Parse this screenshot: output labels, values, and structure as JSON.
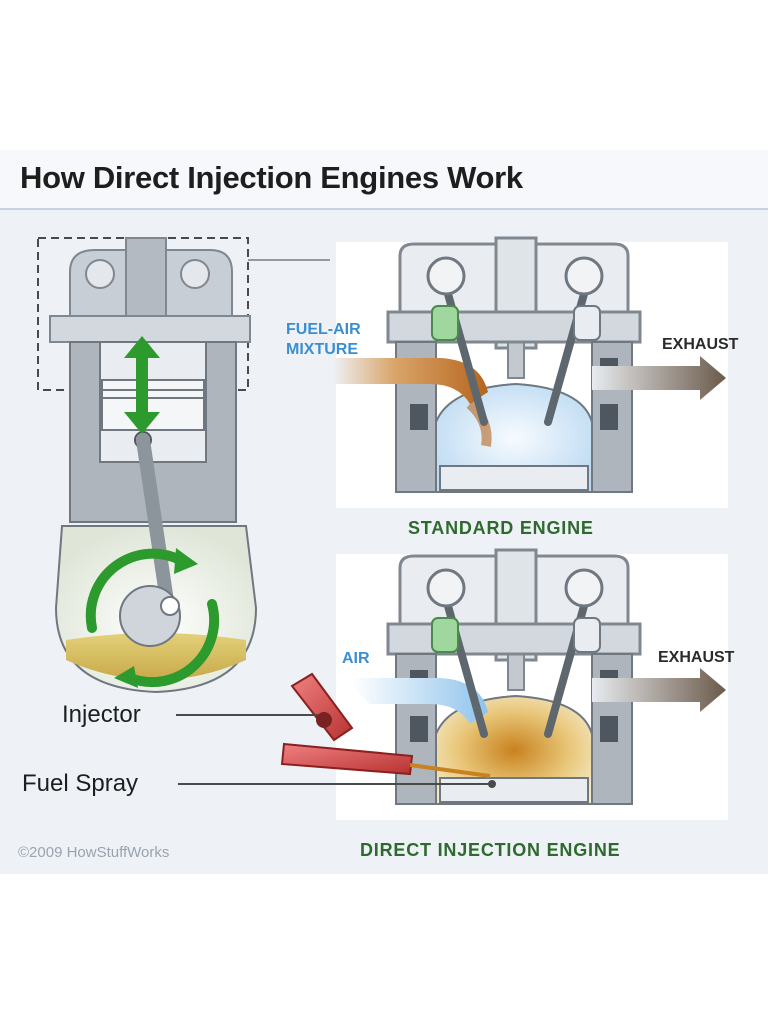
{
  "title": "How Direct Injection Engines Work",
  "labels": {
    "fuel_air_line1": "FUEL-AIR",
    "fuel_air_line2": "MIXTURE",
    "exhaust_standard": "EXHAUST",
    "standard_engine": "STANDARD ENGINE",
    "air": "AIR",
    "exhaust_direct": "EXHAUST",
    "injector": "Injector",
    "fuel_spray": "Fuel Spray",
    "direct_injection_engine": "DIRECT INJECTION ENGINE"
  },
  "copyright": "©2009 HowStuffWorks",
  "colors": {
    "title_text": "#1e1e1e",
    "label_blue": "#3b8fd0",
    "label_green": "#2e6a2e",
    "engine_metal": "#9aa2ab",
    "fuel_air_flow": "#b5651d",
    "air_flow": "#8fc3ec",
    "exhaust_flow": "#6b5a4a",
    "injector_red": "#d04848",
    "crank_green": "#2d9a2d"
  }
}
